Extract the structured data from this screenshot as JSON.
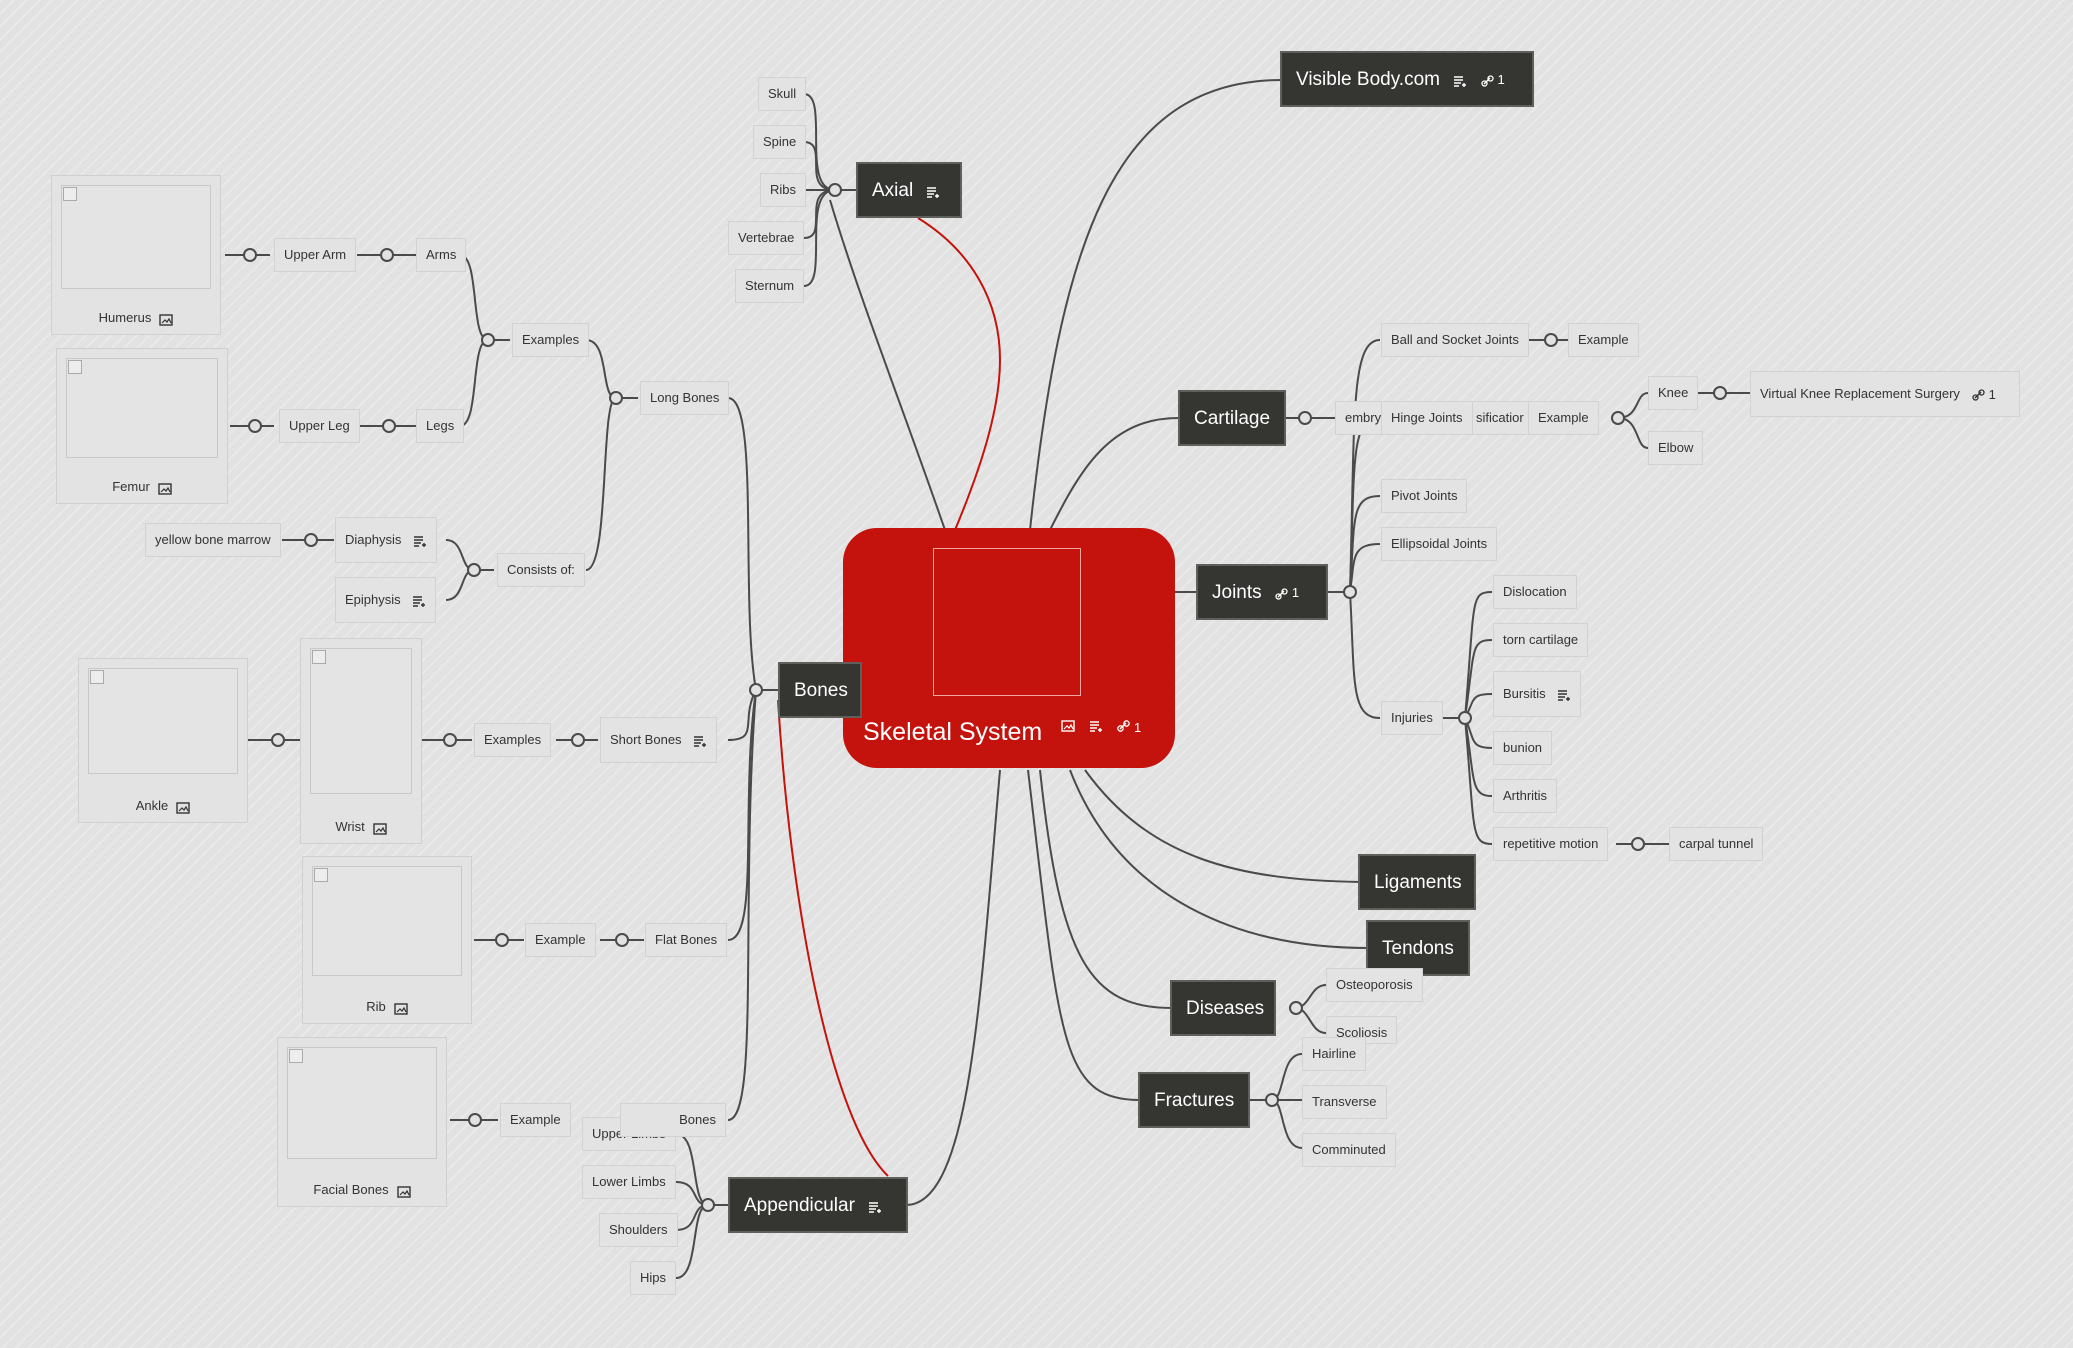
{
  "central": {
    "title": "Skeletal System",
    "link_count": "1"
  },
  "topics": {
    "visible_body": {
      "label": "Visible Body.com",
      "link_count": "1"
    },
    "axial": {
      "label": "Axial"
    },
    "cartilage": {
      "label": "Cartilage"
    },
    "joints": {
      "label": "Joints",
      "link_count": "1"
    },
    "bones": {
      "label": "Bones"
    },
    "ligaments": {
      "label": "Ligaments"
    },
    "tendons": {
      "label": "Tendons"
    },
    "diseases": {
      "label": "Diseases"
    },
    "fractures": {
      "label": "Fractures"
    },
    "appendicular": {
      "label": "Appendicular"
    }
  },
  "axial_items": [
    "Skull",
    "Spine",
    "Ribs",
    "Vertebrae",
    "Sternum"
  ],
  "cartilage_items": {
    "embryo": "embry",
    "ossification": "sificatior",
    "example": "Example"
  },
  "joints": {
    "ball_socket": "Ball and Socket Joints",
    "ball_example": "Example",
    "hinge": "Hinge Joints",
    "hinge_examples": [
      "Knee",
      "Elbow"
    ],
    "knee_child": "Virtual Knee Replacement Surgery",
    "knee_child_link_count": "1",
    "pivot": "Pivot Joints",
    "ellipsoidal": "Ellipsoidal Joints",
    "injuries": "Injuries",
    "injury_items": [
      "Dislocation",
      "torn cartilage",
      "Bursitis",
      "bunion",
      "Arthritis",
      "repetitive motion"
    ],
    "repetitive_child": "carpal tunnel"
  },
  "bones": {
    "long": "Long Bones",
    "examples": "Examples",
    "arms": "Arms",
    "upper_arm": "Upper Arm",
    "humerus": "Humerus",
    "legs": "Legs",
    "upper_leg": "Upper Leg",
    "femur": "Femur",
    "consists": "Consists of:",
    "diaphysis": "Diaphysis",
    "yellow_marrow": "yellow bone marrow",
    "epiphysis": "Epiphysis",
    "short": "Short Bones",
    "short_examples": "Examples",
    "wrist": "Wrist",
    "ankle": "Ankle",
    "flat": "Flat Bones",
    "flat_example": "Example",
    "rib": "Rib",
    "irregular": "Bones",
    "irregular_example": "Example",
    "facial": "Facial Bones"
  },
  "appendicular_items": [
    "Upper Limbs",
    "Lower Limbs",
    "Shoulders",
    "Hips"
  ],
  "diseases_items": [
    "Osteoporosis",
    "Scoliosis"
  ],
  "fractures_items": [
    "Hairline",
    "Transverse",
    "Comminuted"
  ],
  "colors": {
    "background": "#e2e2e2",
    "topic": "#353632",
    "central": "#c4130c",
    "edge": "#4a4a4a",
    "highlight_edge": "#c4130c"
  }
}
